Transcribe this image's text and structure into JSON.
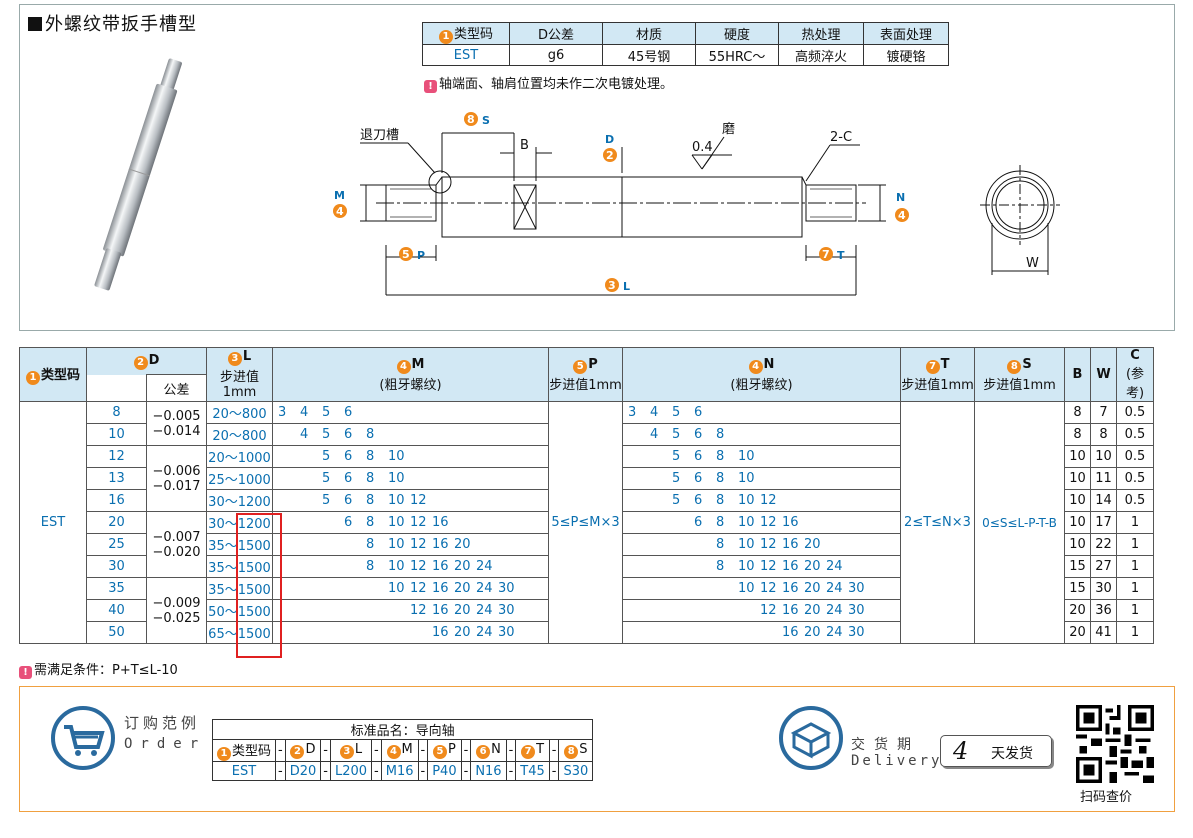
{
  "title": "外螺纹带扳手槽型",
  "spec": {
    "headers": [
      {
        "n": "1",
        "t": "类型码"
      },
      {
        "n": "",
        "t": "D公差"
      },
      {
        "n": "",
        "t": "材质"
      },
      {
        "n": "",
        "t": "硬度"
      },
      {
        "n": "",
        "t": "热处理"
      },
      {
        "n": "",
        "t": "表面处理"
      }
    ],
    "values": [
      "EST",
      "g6",
      "45号钢",
      "55HRC～",
      "高频淬火",
      "镀硬铬"
    ]
  },
  "note1": "轴端面、轴肩位置均未作二次电镀处理。",
  "drawing": {
    "tuidao": "退刀槽",
    "mo": "磨",
    "roughness": "0.4",
    "chamfer": "2-C",
    "S": "S",
    "B": "B",
    "D": "D",
    "M": "M",
    "N": "N",
    "P": "P",
    "T": "T",
    "L": "L",
    "W": "W",
    "n8": "8",
    "n2": "2",
    "n4a": "4",
    "n4b": "4",
    "n5": "5",
    "n7": "7",
    "n3": "3"
  },
  "main": {
    "h": {
      "type": "类型码",
      "D": "D",
      "tol": "公差",
      "L": "L",
      "step": "步进值1mm",
      "M": "M",
      "coarse": "(粗牙螺纹)",
      "P": "P",
      "N": "N",
      "T": "T",
      "S": "S",
      "B": "B",
      "W": "W",
      "C": "C",
      "ref": "(参考)"
    },
    "type": "EST",
    "P_formula": "5≤P≤M×3",
    "T_formula": "2≤T≤N×3",
    "S_formula": "0≤S≤L-P-T-B",
    "tols": [
      "−0.005\n−0.014",
      "−0.006\n−0.017",
      "−0.007\n−0.020",
      "−0.009\n−0.025"
    ],
    "rows": [
      {
        "D": "8",
        "L": "20～800",
        "Lp": "",
        "M": [
          "3",
          "4",
          "5",
          "6",
          "",
          "",
          "",
          ""
        ],
        "B": "8",
        "W": "7",
        "C": "0.5"
      },
      {
        "D": "10",
        "L": "20～800",
        "Lp": "",
        "M": [
          "",
          "4",
          "5",
          "6",
          "8",
          "",
          "",
          ""
        ],
        "B": "8",
        "W": "8",
        "C": "0.5"
      },
      {
        "D": "12",
        "L": "20～1000",
        "Lp": "",
        "M": [
          "",
          "",
          "5",
          "6",
          "8",
          "10",
          "",
          ""
        ],
        "B": "10",
        "W": "10",
        "C": "0.5"
      },
      {
        "D": "13",
        "L": "25～1000",
        "Lp": "",
        "M": [
          "",
          "",
          "5",
          "6",
          "8",
          "10",
          "",
          ""
        ],
        "B": "10",
        "W": "11",
        "C": "0.5"
      },
      {
        "D": "16",
        "L": "30～1200",
        "Lp": "",
        "M": [
          "",
          "",
          "5",
          "6",
          "8",
          "10",
          "12",
          ""
        ],
        "B": "10",
        "W": "14",
        "C": "0.5"
      },
      {
        "D": "20",
        "L": "30～",
        "Lp": "1200",
        "M": [
          "",
          "",
          "",
          "6",
          "8",
          "10",
          "12",
          "16"
        ],
        "B": "10",
        "W": "17",
        "C": "1"
      },
      {
        "D": "25",
        "L": "35～",
        "Lp": "1500",
        "M": [
          "",
          "",
          "",
          "",
          "8",
          "10",
          "12",
          "16",
          "20"
        ],
        "B": "10",
        "W": "22",
        "C": "1"
      },
      {
        "D": "30",
        "L": "35～",
        "Lp": "1500",
        "M": [
          "",
          "",
          "",
          "",
          "8",
          "10",
          "12",
          "16",
          "20",
          "24"
        ],
        "B": "15",
        "W": "27",
        "C": "1"
      },
      {
        "D": "35",
        "L": "35～",
        "Lp": "1500",
        "M": [
          "",
          "",
          "",
          "",
          "",
          "10",
          "12",
          "16",
          "20",
          "24",
          "30"
        ],
        "B": "15",
        "W": "30",
        "C": "1"
      },
      {
        "D": "40",
        "L": "50～",
        "Lp": "1500",
        "M": [
          "",
          "",
          "",
          "",
          "",
          "",
          "12",
          "16",
          "20",
          "24",
          "30"
        ],
        "B": "20",
        "W": "36",
        "C": "1"
      },
      {
        "D": "50",
        "L": "65～",
        "Lp": "1500",
        "M": [
          "",
          "",
          "",
          "",
          "",
          "",
          "",
          "16",
          "20",
          "24",
          "30"
        ],
        "B": "20",
        "W": "41",
        "C": "1"
      }
    ]
  },
  "note2": "需满足条件：P+T≤L-10",
  "order": {
    "label": "订购范例",
    "sub": "Order",
    "caption": "标准品名：导向轴",
    "heads": [
      "类型码",
      "D",
      "L",
      "M",
      "P",
      "N",
      "T",
      "S"
    ],
    "nums": [
      "1",
      "2",
      "3",
      "4",
      "5",
      "6",
      "7",
      "8"
    ],
    "vals": [
      "EST",
      "D20",
      "L200",
      "M16",
      "P40",
      "N16",
      "T45",
      "S30"
    ]
  },
  "delivery": {
    "label": "交货期",
    "sub": "Delivery",
    "days": "4",
    "daytext": "天发货"
  },
  "qr_caption": "扫码查价"
}
